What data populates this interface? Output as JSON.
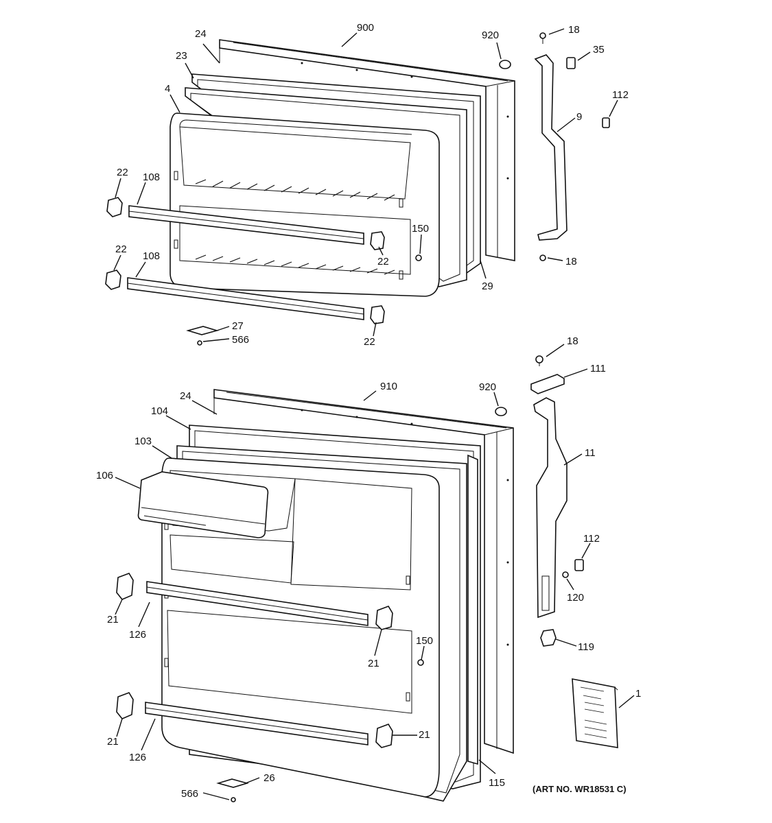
{
  "art_number": "(ART NO. WR18531 C)",
  "freezer_door_labels": {
    "door": "900",
    "gasket_top": "24",
    "gasket_outer": "23",
    "liner": "4",
    "plug": "920",
    "screw_top": "18",
    "cap": "35",
    "handle": "9",
    "clip": "112",
    "bar_left_top": "22",
    "shelf_top": "108",
    "bar_left_bottom": "22",
    "shelf_bottom": "108",
    "bar_right_top": "22",
    "rivet": "150",
    "screw_bottom": "18",
    "gasket_side": "29",
    "bar_right_bottom": "22",
    "hinge_plate": "27",
    "hinge_screw": "566"
  },
  "fresh_food_door_labels": {
    "screw_top": "18",
    "handle_trim": "111",
    "door": "910",
    "plug": "920",
    "gasket_top": "24",
    "gasket": "104",
    "liner": "103",
    "dairy_door": "106",
    "handle": "11",
    "clip": "112",
    "screw": "120",
    "stop": "119",
    "bar_left_top": "21",
    "shelf_top": "126",
    "bar_right_top": "21",
    "rivet": "150",
    "bar_left_bottom": "21",
    "shelf_bottom": "126",
    "bar_right_bottom": "21",
    "gasket_side": "115",
    "manual": "1",
    "hinge_plate": "26",
    "hinge_screw": "566"
  }
}
